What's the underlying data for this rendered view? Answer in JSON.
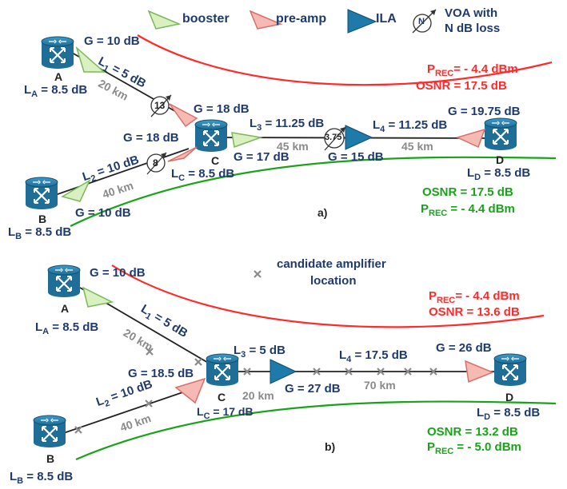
{
  "legend": {
    "booster": "booster",
    "preamp": "pre-amp",
    "ila": "ILA",
    "voa_line1": "VOA with",
    "voa_line2": "N dB loss",
    "voa_symbol": "N"
  },
  "panel_a": {
    "caption": "a)",
    "node_a": {
      "name": "A",
      "gain": "G = 10 dB",
      "loss_sym": "L",
      "loss_sub": "A",
      "loss_val": " = 8.5 dB"
    },
    "node_b": {
      "name": "B",
      "gain": "G = 10 dB",
      "loss_sym": "L",
      "loss_sub": "B",
      "loss_val": " = 8.5 dB"
    },
    "node_c": {
      "name": "C",
      "gain_in_top": "G = 18 dB",
      "gain_in_bottom": "G = 18 dB",
      "gain_out": "G = 17 dB",
      "loss_sym": "L",
      "loss_sub": "C",
      "loss_val": " = 8.5 dB"
    },
    "node_d": {
      "name": "D",
      "gain": "G = 19.75 dB",
      "loss_sym": "L",
      "loss_sub": "D",
      "loss_val": " = 8.5 dB"
    },
    "ila_gain": "G = 15 dB",
    "voa1": "13",
    "voa2": "8",
    "voa3": "3.75",
    "link1": {
      "sym": "L",
      "sub": "1",
      "val": " = 5 dB",
      "dist": "20 km"
    },
    "link2": {
      "sym": "L",
      "sub": "2",
      "val": " = 10 dB",
      "dist": "40 km"
    },
    "link3": {
      "sym": "L",
      "sub": "3",
      "val": " = 11.25 dB",
      "dist": "45 km"
    },
    "link4": {
      "sym": "L",
      "sub": "4",
      "val": " = 11.25 dB",
      "dist": "45 km"
    },
    "red_prec_sym": "P",
    "red_prec_sub": "REC",
    "red_prec_val": "= - 4.4 dBm",
    "red_osnr": "OSNR = 17.5 dB",
    "green_osnr": "OSNR = 17.5 dB",
    "green_prec_sym": "P",
    "green_prec_sub": "REC",
    "green_prec_val": " = - 4.4 dBm"
  },
  "panel_b": {
    "caption": "b)",
    "candidate_line1": "candidate amplifier",
    "candidate_line2": "location",
    "node_a": {
      "name": "A",
      "gain": "G = 10 dB",
      "loss_sym": "L",
      "loss_sub": "A",
      "loss_val": " = 8.5 dB"
    },
    "node_b": {
      "name": "B",
      "loss_sym": "L",
      "loss_sub": "B",
      "loss_val": " = 8.5 dB"
    },
    "node_c": {
      "name": "C",
      "gain_in": "G = 18.5 dB",
      "loss_sym": "L",
      "loss_sub": "C",
      "loss_val": " = 17 dB"
    },
    "node_d": {
      "name": "D",
      "gain": "G = 26 dB",
      "loss_sym": "L",
      "loss_sub": "D",
      "loss_val": " = 8.5 dB"
    },
    "ila_gain": "G = 27 dB",
    "link1": {
      "sym": "L",
      "sub": "1",
      "val": " = 5 dB",
      "dist": "20 km"
    },
    "link2": {
      "sym": "L",
      "sub": "2",
      "val": " = 10 dB",
      "dist": "40 km"
    },
    "link3": {
      "sym": "L",
      "sub": "3",
      "val": " = 5 dB",
      "dist": "20 km"
    },
    "link4": {
      "sym": "L",
      "sub": "4",
      "val": " = 17.5 dB",
      "dist": "70 km"
    },
    "red_prec_sym": "P",
    "red_prec_sub": "REC",
    "red_prec_val": "= - 4.4 dBm",
    "red_osnr": "OSNR = 13.6 dB",
    "green_osnr": "OSNR = 13.2 dB",
    "green_prec_sym": "P",
    "green_prec_sub": "REC",
    "green_prec_val": " = - 5.0 dBm"
  },
  "colors": {
    "router_fill": "#1f6e98",
    "booster_fill": "#d9f0c0",
    "booster_stroke": "#7ab85a",
    "preamp_fill": "#f7b9b4",
    "preamp_stroke": "#d9706a",
    "ila_fill": "#1e7aa8",
    "red_curve": "#ff2a2a",
    "green_curve": "#1aa31a",
    "text_navy": "#1f3a6e",
    "marker_gray": "#8a8a8a"
  }
}
